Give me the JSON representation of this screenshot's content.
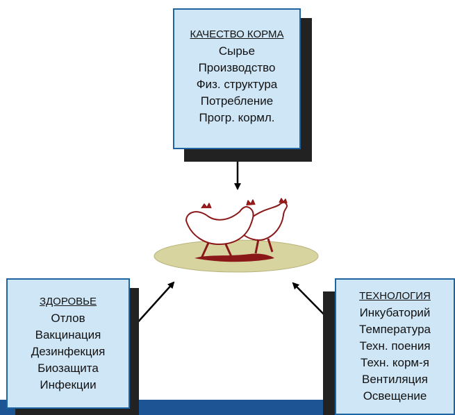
{
  "colors": {
    "box_fill": "#cfe6f6",
    "box_border": "#1e64a0",
    "shadow": "#222222",
    "bottom_bar": "#1c5494",
    "floor_oval": "#d8d4a0",
    "hen_outline": "#8a1818"
  },
  "icons": {
    "center_image": "hens-illustration-icon"
  },
  "feed_quality": {
    "title": "КАЧЕСТВО КОРМА",
    "items": [
      "Сырье",
      "Производство",
      "Физ. структура",
      "Потребление",
      "Прогр. кормл."
    ]
  },
  "health": {
    "title": "ЗДОРОВЬЕ",
    "items": [
      "Отлов",
      "Вакцинация",
      "Дезинфекция",
      "Биозащита",
      "Инфекции"
    ]
  },
  "technology": {
    "title": "ТЕХНОЛОГИЯ",
    "items": [
      "Инкубаторий",
      "Температура",
      "Техн. поения",
      "Техн. корм-я",
      "Вентиляция",
      "Освещение"
    ]
  }
}
